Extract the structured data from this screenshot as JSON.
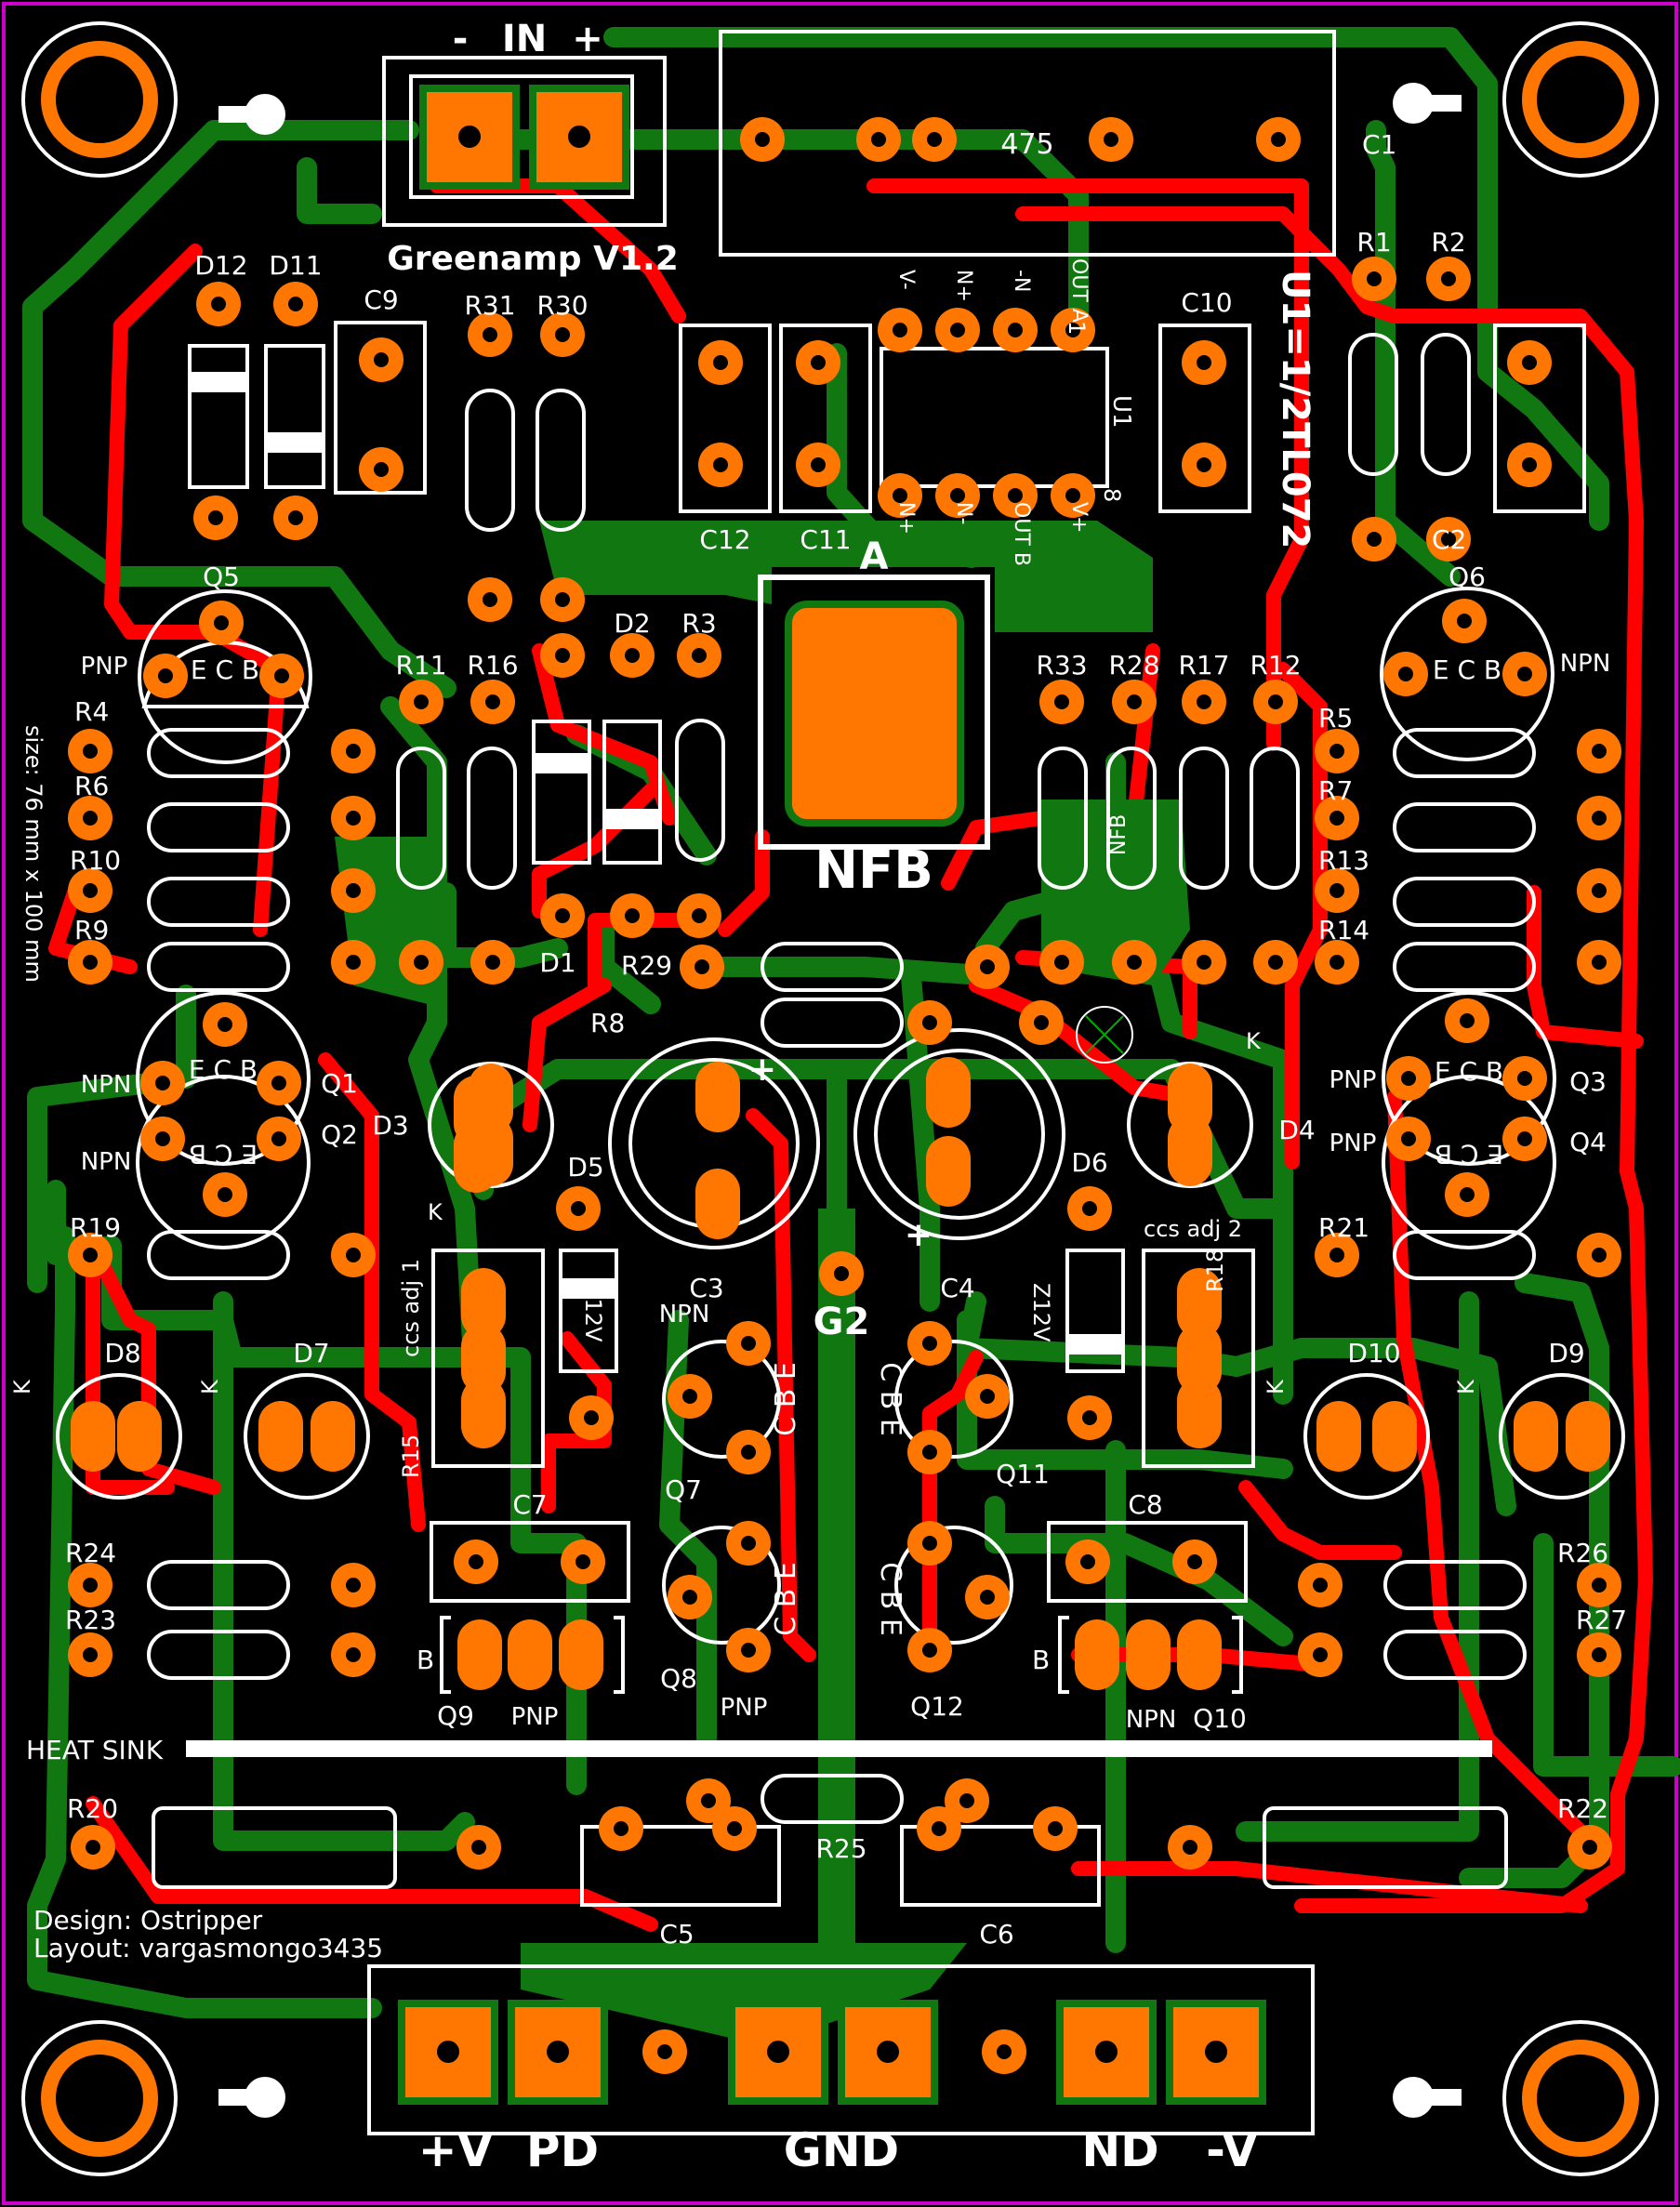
{
  "board": {
    "title": "Greenamp V1.2",
    "size_note": "size: 76 mm x 100 mm",
    "credits": [
      "Design: Ostripper",
      "Layout: vargasmongo3435"
    ],
    "heatsink_label": "HEAT SINK",
    "colors": {
      "background": "#000000",
      "copper_top": "#ff0000",
      "copper_bottom": "#117711",
      "pad": "#ff7700",
      "silkscreen": "#ffffff",
      "outline": "#cc00cc"
    }
  },
  "connectors": {
    "input": {
      "title": "IN",
      "minus": "-",
      "plus": "+"
    },
    "power": [
      "+V",
      "PD",
      "GND",
      "ND",
      "-V"
    ]
  },
  "nfb": {
    "label": "NFB",
    "pin": "A"
  },
  "ground_label": "G2",
  "opamp": {
    "label": "U1=1/2TL072",
    "ref": "U1",
    "pin1": "1",
    "pin8": "8",
    "top_pins": [
      "V-",
      "N+",
      "-N",
      "OUT A"
    ],
    "bottom_pins": [
      "N+",
      "N-",
      "OUT B",
      "V+"
    ]
  },
  "c1_value": "475",
  "capacitors": [
    "C1",
    "C2",
    "C3",
    "C4",
    "C5",
    "C6",
    "C7",
    "C8",
    "C9",
    "C10",
    "C11",
    "C12"
  ],
  "resistors_left": [
    "R4",
    "R6",
    "R10",
    "R9"
  ],
  "resistors_right": [
    "R5",
    "R7",
    "R13",
    "R14"
  ],
  "resistors_mid": [
    "R31",
    "R30",
    "R11",
    "R16",
    "R3",
    "R33",
    "R28",
    "R17",
    "R12",
    "R1",
    "R2"
  ],
  "other_resistors": [
    "R8",
    "R29",
    "R19",
    "R21",
    "R24",
    "R23",
    "R26",
    "R27",
    "R20",
    "R22",
    "R25",
    "R15",
    "R18"
  ],
  "r28_note": "NFB",
  "diodes": [
    "D1",
    "D2",
    "D3",
    "D4",
    "D5",
    "D6",
    "D7",
    "D8",
    "D9",
    "D10",
    "D11",
    "D12"
  ],
  "zener_label": "Z12V",
  "transistors": {
    "Q5": "PNP",
    "Q6": "NPN",
    "Q1": "NPN",
    "Q2": "NPN",
    "Q3": "PNP",
    "Q4": "PNP",
    "Q7": "NPN",
    "Q8": "PNP",
    "Q9": "PNP",
    "Q10": "NPN",
    "Q11": "",
    "Q12": ""
  },
  "pin_order": {
    "ecb": "E C B",
    "cbe": "C B E"
  },
  "trimmers": [
    "ccs adj 1",
    "ccs adj 2"
  ],
  "led_mark": "K",
  "base_mark": "B"
}
